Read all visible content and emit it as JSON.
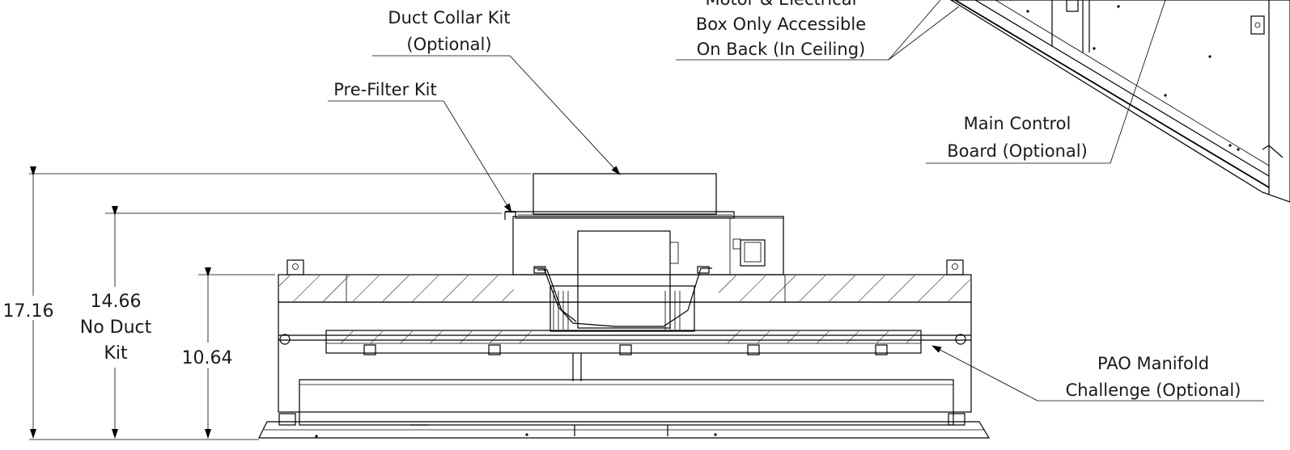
{
  "labels": {
    "duct_collar_line1": "Duct Collar Kit",
    "duct_collar_line2": "(Optional)",
    "motor_line1": "Motor & Electrical",
    "motor_line2": "Box Only Accessible",
    "motor_line3": "On Back (In Ceiling)",
    "pre_filter": "Pre-Filter Kit",
    "main_control_line1": "Main Control",
    "main_control_line2": "Board (Optional)",
    "pao_line1": "PAO Manifold",
    "pao_line2": "Challenge (Optional)"
  },
  "dimensions": {
    "overall": "17.16",
    "no_duct_value": "14.66",
    "no_duct_line2": "No Duct",
    "no_duct_line3": "Kit",
    "housing": "10.64"
  }
}
